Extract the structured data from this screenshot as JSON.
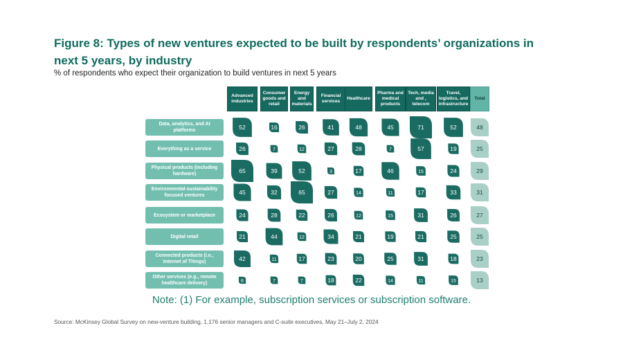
{
  "title": "Figure 8: Types of new ventures expected to be built by respondents’ organizations in next 5 years, by industry",
  "subtitle": "% of respondents who expect their organization to build ventures in next 5 years",
  "note": "Note: (1) For example, subscription services or subscription software.",
  "source": "Source: McKinsey Global Survey on new-venture building, 1,176 senior managers and C-suite executives, May 21–July 2, 2024",
  "colors": {
    "dark": "#1a6b62",
    "total": "#a9cfc7",
    "title": "#0f6b5e",
    "rowHeader": "#72bfb0"
  },
  "chart_data": {
    "type": "table",
    "columns": [
      "Advanced industries",
      "Consumer goods and retail",
      "Energy and materials",
      "Financial services",
      "Healthcare",
      "Pharma and medical products",
      "Tech, media and , telecom",
      "Travel, logistics, and infrastructure",
      "Total"
    ],
    "rows": [
      "Data, analytics, and AI platforms",
      "Everything as a service",
      "Physical products (including hardware)",
      "Environmental-sustainability focused ventures",
      "Ecosystem or marketplace",
      "Digital retail",
      "Connected products (i.e., Internet of Things)",
      "Other services (e.g., remote healthcare delivery)"
    ],
    "values": [
      [
        52,
        16,
        26,
        41,
        48,
        45,
        71,
        52,
        48
      ],
      [
        26,
        7,
        12,
        27,
        28,
        7,
        57,
        19,
        25
      ],
      [
        65,
        39,
        52,
        3,
        17,
        46,
        15,
        24,
        29
      ],
      [
        45,
        32,
        65,
        27,
        14,
        11,
        17,
        33,
        31
      ],
      [
        24,
        28,
        22,
        26,
        12,
        15,
        31,
        26,
        27
      ],
      [
        21,
        44,
        12,
        34,
        21,
        19,
        21,
        25,
        25
      ],
      [
        42,
        11,
        17,
        23,
        20,
        25,
        31,
        18,
        23
      ],
      [
        6,
        7,
        7,
        18,
        22,
        14,
        11,
        15,
        13
      ]
    ]
  }
}
